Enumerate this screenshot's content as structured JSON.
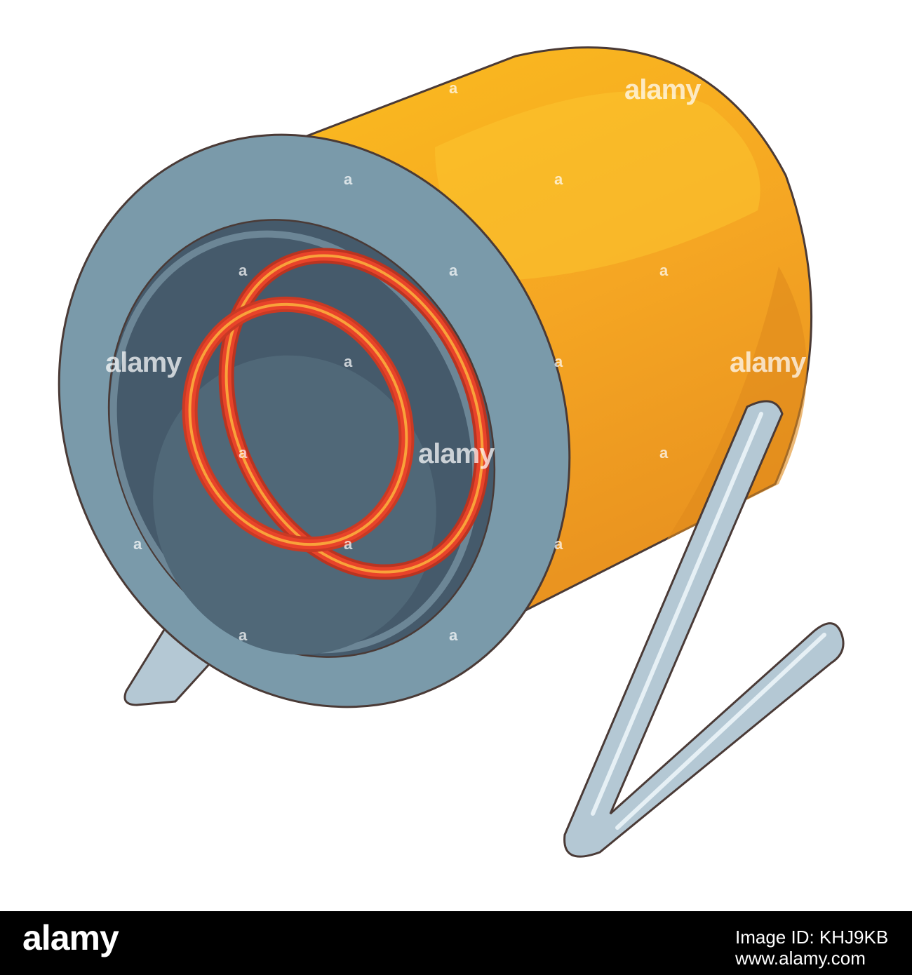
{
  "illustration": {
    "subject": "heater-coil-icon",
    "colors": {
      "barrel_body": "#f5a623",
      "barrel_highlight": "#fbbd1e",
      "barrel_shadow": "#e8911f",
      "rim": "#7a9aaa",
      "inner": "#455a6b",
      "coil": "#e8432a",
      "coil_highlight": "#f9a23a",
      "stand": "#b4c8d4",
      "outline": "#4a3a36"
    }
  },
  "watermark": {
    "logo_text": "alamy",
    "mark_text": "a"
  },
  "footer": {
    "logo": "alamy",
    "image_id_label": "Image ID: KHJ9KB",
    "site": "www.alamy.com"
  }
}
